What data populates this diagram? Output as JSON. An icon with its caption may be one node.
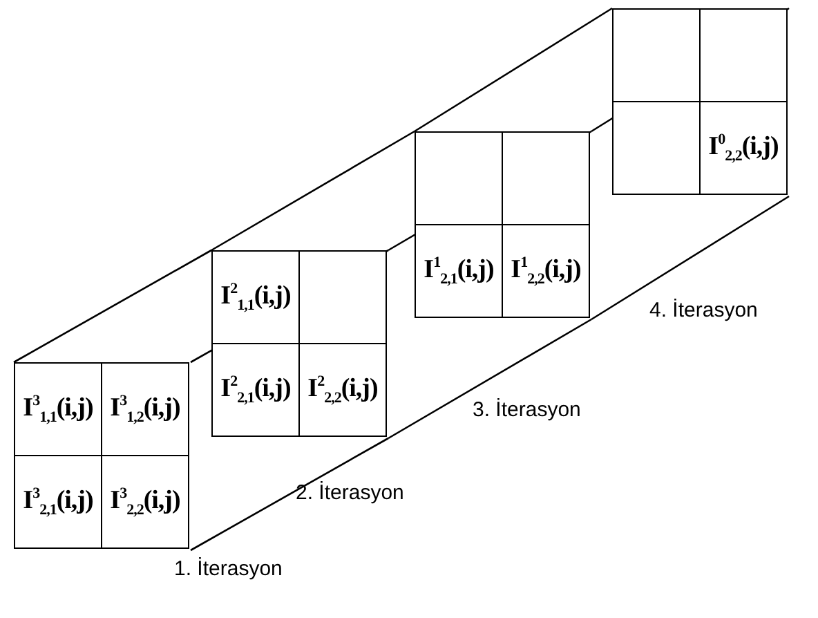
{
  "diagram": {
    "nodes": [
      {
        "text": [
          "I$^{3}$$_{1,1}$(i,j)"
        ]
      },
      {
        "text": [
          "I$^{3}$$_{1,2}$(i,j)"
        ]
      },
      {
        "text": [
          "I$^{3}$$_{2,1}$(i,j)"
        ]
      },
      {
        "text": [
          "I$^{3}$$_{2,2}$(i,j)"
        ]
      },
      {
        "text": [
          "I$^{2}$$_{1,1}$(i,j)"
        ]
      },
      {
        "text": [],
        "shape": "box"
      },
      {
        "text": [
          "I$^{2}$$_{2,1}$(i,j)"
        ]
      },
      {
        "text": [
          "I$^{2}$$_{2,2}$(i,j)"
        ]
      },
      {
        "text": [],
        "shape": "box"
      },
      {
        "text": [],
        "shape": "box"
      },
      {
        "text": [
          "I$^{1}$$_{2,1}$(i,j)"
        ]
      },
      {
        "text": [
          "I$^{1}$$_{2,2}$(i,j)"
        ]
      },
      {
        "text": [],
        "shape": "box"
      },
      {
        "text": [],
        "shape": "box"
      },
      {
        "text": [],
        "shape": "box"
      },
      {
        "text": [
          "I$^{0}$$_{2,2}$(i,j)"
        ]
      }
    ],
    "labels": [
      "4. İterasyon",
      "3. İterasyon",
      "2. İterasyon",
      "1. İterasyon"
    ]
  }
}
